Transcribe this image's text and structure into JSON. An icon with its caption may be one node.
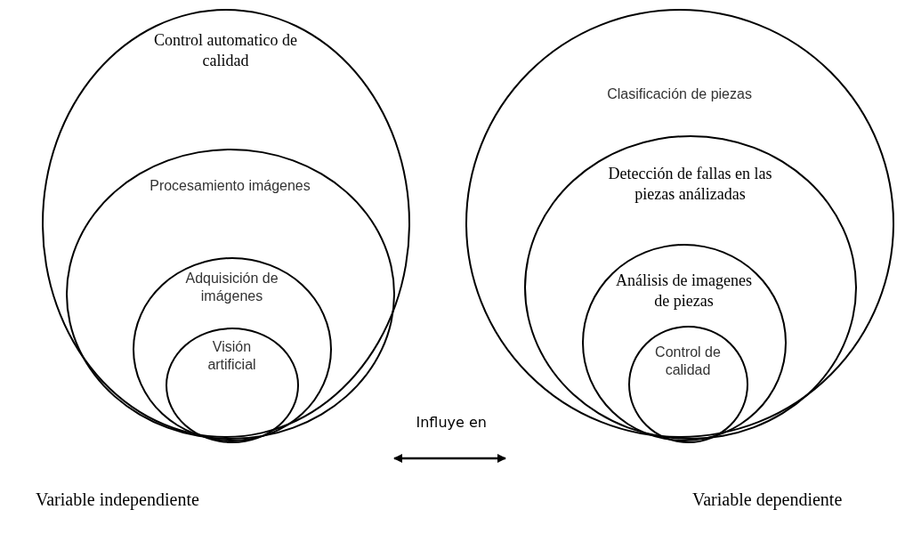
{
  "diagram": {
    "nodes": [
      {
        "text": [
          "Control automatico de calidad"
        ],
        "beside": [
          "Variable independiente"
        ]
      },
      {
        "text": [
          "Procesamiento imágenes"
        ],
        "in": 0
      },
      {
        "text": [
          "Adquisición de imágenes"
        ],
        "in": 1
      },
      {
        "text": [
          "Visión artificial"
        ],
        "in": 2
      },
      {
        "text": [
          "Clasificación de piezas"
        ],
        "beside": [
          "Variable dependiente"
        ]
      },
      {
        "text": [
          "Detección de fallas en las piezas análizadas"
        ],
        "in": 4
      },
      {
        "text": [
          "Análisis de imagenes de piezas"
        ],
        "in": 5
      },
      {
        "text": [
          "Control de calidad"
        ],
        "in": 6
      }
    ],
    "edges": [
      {
        "from": 0,
        "to": 4,
        "arrow": "both",
        "label": "Influye en"
      }
    ]
  }
}
